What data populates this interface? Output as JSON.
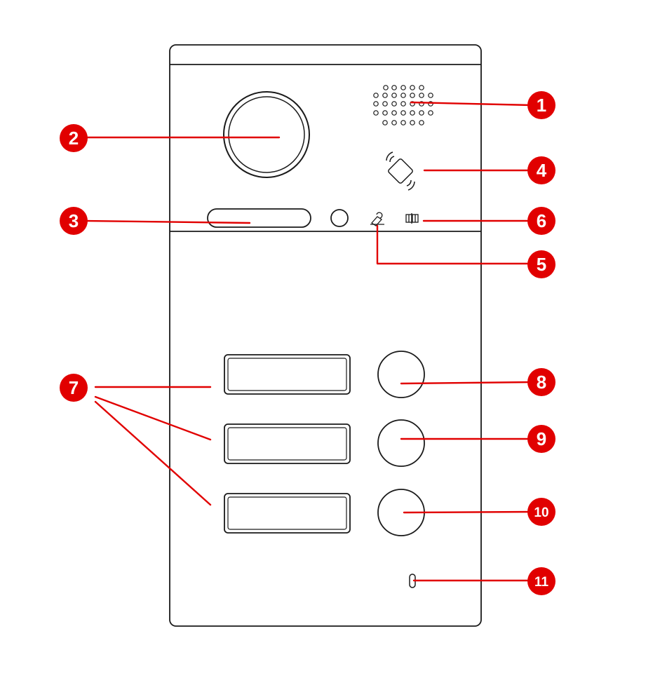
{
  "colors": {
    "callout": "#e10000",
    "outline": "#1a1a1a",
    "background": "#ffffff"
  },
  "device": {
    "name": "door-station-panel"
  },
  "callouts": [
    {
      "id": "1",
      "target": "speaker-grille"
    },
    {
      "id": "2",
      "target": "camera-lens"
    },
    {
      "id": "3",
      "target": "light-slot"
    },
    {
      "id": "4",
      "target": "card-reader-area"
    },
    {
      "id": "5",
      "target": "unlock-indicator"
    },
    {
      "id": "6",
      "target": "door-indicator"
    },
    {
      "id": "7",
      "target": "name-label-windows"
    },
    {
      "id": "8",
      "target": "call-button-1"
    },
    {
      "id": "9",
      "target": "call-button-2"
    },
    {
      "id": "10",
      "target": "call-button-3"
    },
    {
      "id": "11",
      "target": "microphone-hole"
    }
  ],
  "icons": {
    "card": "rfid-card-icon",
    "unlock": "unlock-icon",
    "door": "door-icon"
  }
}
